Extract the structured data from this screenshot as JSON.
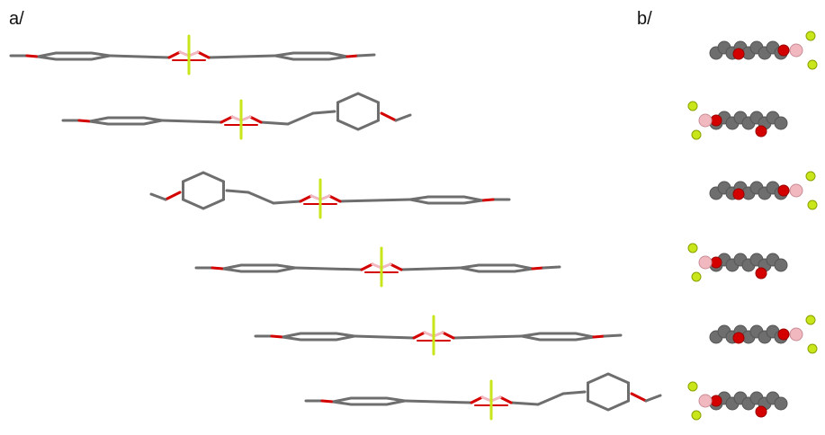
{
  "panels": {
    "a": {
      "label": "a/"
    },
    "b": {
      "label": "b/"
    }
  },
  "colors": {
    "carbon": "#6e6e6e",
    "oxygen": "#d40000",
    "boron": "#f2b8c0",
    "fluorine": "#c8e61a"
  },
  "panel_a": {
    "molecules": [
      {
        "variant": "symmetric",
        "phenyl_side": "none"
      },
      {
        "variant": "phenethyl",
        "phenyl_side": "right"
      },
      {
        "variant": "phenethyl",
        "phenyl_side": "left"
      },
      {
        "variant": "symmetric",
        "phenyl_side": "none"
      },
      {
        "variant": "symmetric",
        "phenyl_side": "none"
      },
      {
        "variant": "phenethyl",
        "phenyl_side": "right"
      }
    ]
  },
  "panel_b": {
    "molecules": [
      {
        "bf2_side": "right"
      },
      {
        "bf2_side": "left"
      },
      {
        "bf2_side": "right"
      },
      {
        "bf2_side": "left"
      },
      {
        "bf2_side": "right"
      },
      {
        "bf2_side": "left"
      }
    ]
  }
}
